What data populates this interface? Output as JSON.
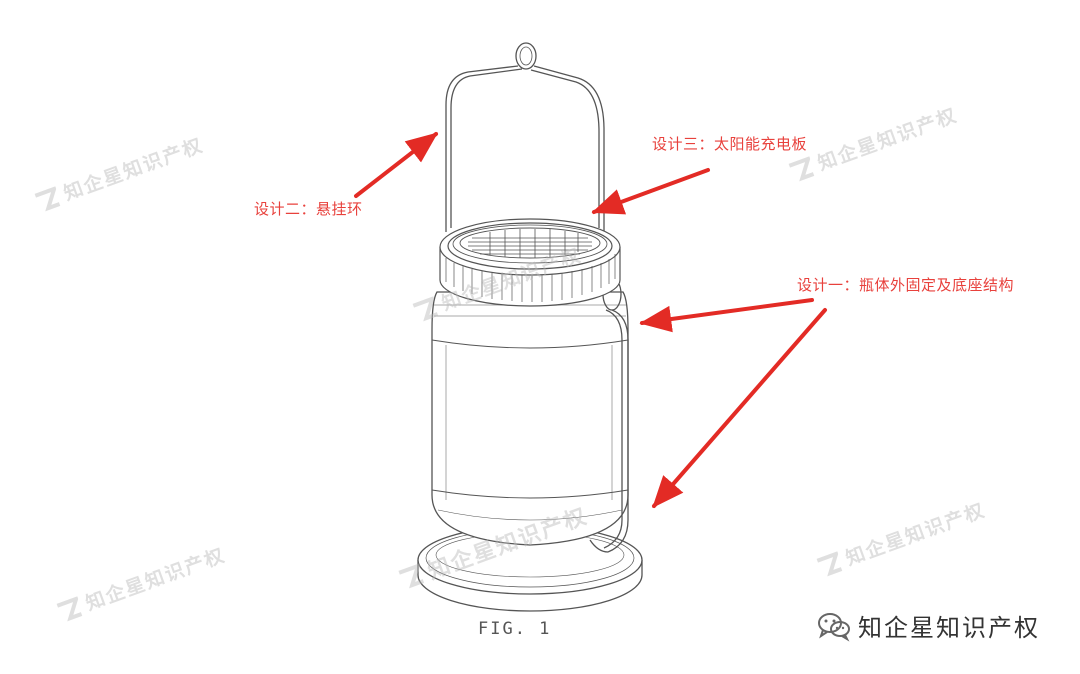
{
  "figure": {
    "label": "FIG. 1"
  },
  "callouts": {
    "hanging_ring": "设计二：悬挂环",
    "solar_panel": "设计三：太阳能充电板",
    "body_base": "设计一：瓶体外固定及底座结构"
  },
  "watermark": {
    "text": "知企星知识产权"
  },
  "brand": {
    "name": "知企星知识产权"
  },
  "colors": {
    "callout_text": "#e8413c",
    "arrow": "#e32b25",
    "line_art": "#555555",
    "watermark": "#b9b9b9",
    "brand_text": "#333333",
    "brand_icon": "#666666"
  },
  "icons": {
    "watermark_logo": "zq-logo-icon",
    "brand_logo": "wechat-icon"
  }
}
